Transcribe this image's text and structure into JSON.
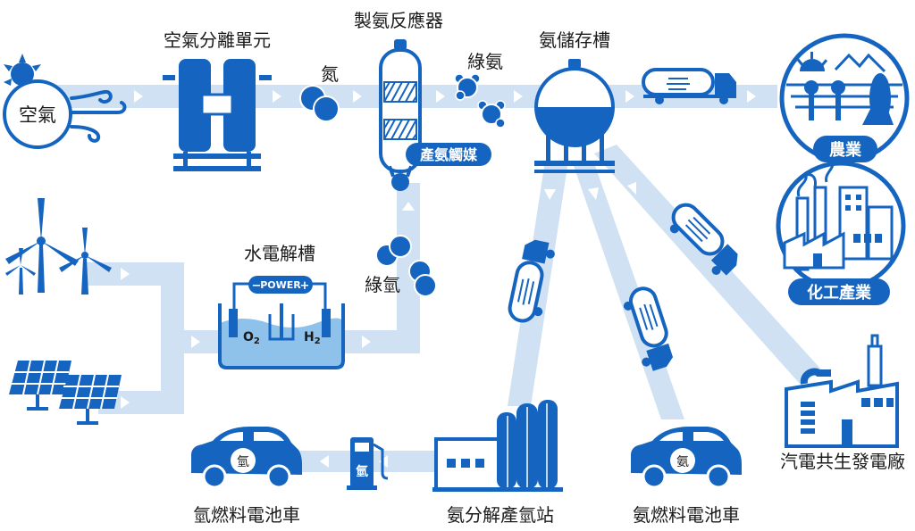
{
  "labels": {
    "air": "空氣",
    "air_separation": "空氣分離單元",
    "nitrogen": "氮",
    "reactor": "製氨反應器",
    "catalyst": "產氨觸媒",
    "green_ammonia": "綠氨",
    "ammonia_storage": "氨儲存槽",
    "agriculture": "農業",
    "chemical_industry": "化工產業",
    "electrolyzer": "水電解槽",
    "power": "POWER",
    "power_minus": "−",
    "power_plus": "+",
    "o2": "O",
    "o2_sub": "2",
    "h2": "H",
    "h2_sub": "2",
    "green_hydrogen": "綠氫",
    "cogeneration_plant": "汽電共生發電廠",
    "cracking_station": "氨分解產氫站",
    "hydrogen_fuel_car": "氫燃料電池車",
    "ammonia_fuel_car": "氨燃料電池車",
    "hydrogen_car_badge": "氫",
    "hydrogen_pump_badge": "氫",
    "ammonia_car_badge": "氨"
  },
  "colors": {
    "primary": "#1565c0",
    "flow": "#cfe1f3",
    "water": "#8fc2ea",
    "arrow": "#ffffff"
  }
}
